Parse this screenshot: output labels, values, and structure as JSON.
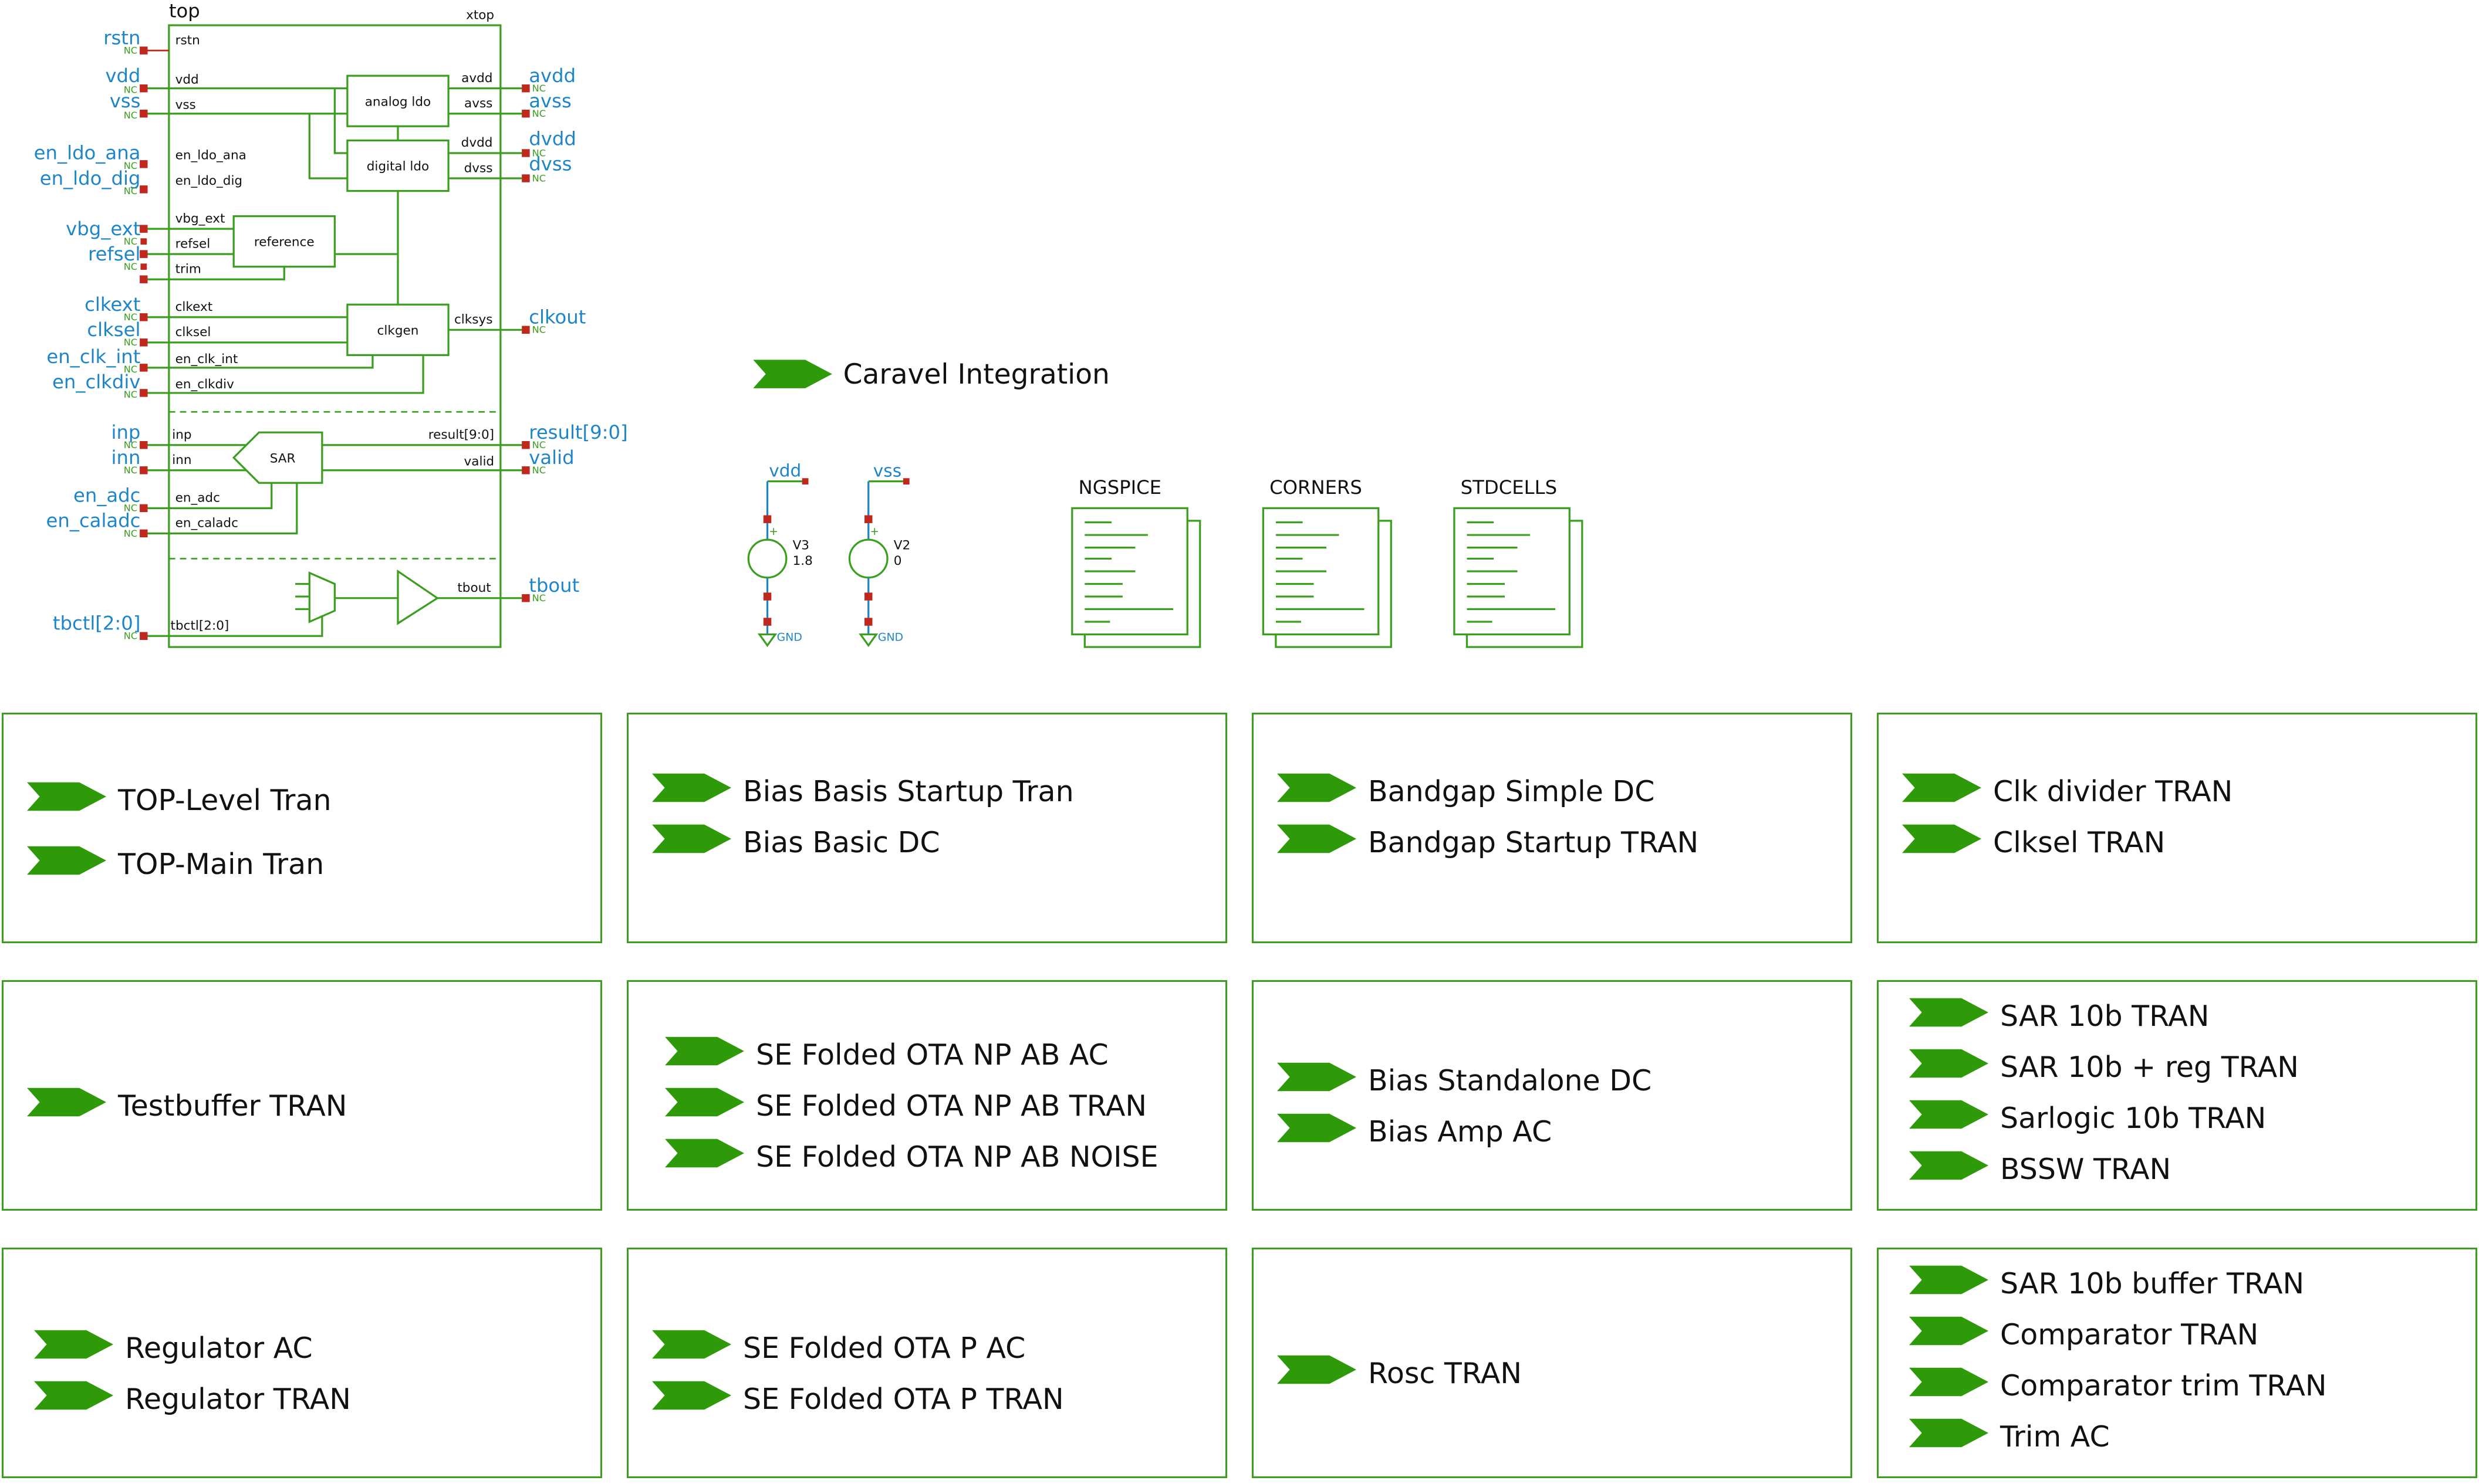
{
  "colors": {
    "wire": "#3a9e1e",
    "pin_label": "#1e86c8",
    "pin": "#c0281e",
    "text": "#111111",
    "arrow": "#2e9a0a"
  },
  "symbol": {
    "title": "top",
    "instance": "xtop",
    "nc": "NC",
    "inputs": [
      {
        "net": "rstn",
        "pin": "rstn"
      },
      {
        "net": "vdd",
        "pin": "vdd"
      },
      {
        "net": "vss",
        "pin": "vss"
      },
      {
        "net": "en_ldo_ana",
        "pin": "en_ldo_ana"
      },
      {
        "net": "en_ldo_dig",
        "pin": "en_ldo_dig"
      },
      {
        "net": "vbg_ext",
        "pin": "vbg_ext"
      },
      {
        "net": "refsel",
        "pin": "refsel"
      },
      {
        "net": "",
        "pin": "trim"
      },
      {
        "net": "clkext",
        "pin": "clkext"
      },
      {
        "net": "clksel",
        "pin": "clksel"
      },
      {
        "net": "en_clk_int",
        "pin": "en_clk_int"
      },
      {
        "net": "en_clkdiv",
        "pin": "en_clkdiv"
      },
      {
        "net": "inp",
        "pin": "inp"
      },
      {
        "net": "inn",
        "pin": "inn"
      },
      {
        "net": "en_adc",
        "pin": "en_adc"
      },
      {
        "net": "en_caladc",
        "pin": "en_caladc"
      },
      {
        "net": "tbctl[2:0]",
        "pin": "tbctl[2:0]"
      }
    ],
    "outputs": [
      {
        "net": "avdd",
        "pin": "avdd"
      },
      {
        "net": "avss",
        "pin": "avss"
      },
      {
        "net": "dvdd",
        "pin": "dvdd"
      },
      {
        "net": "dvss",
        "pin": "dvss"
      },
      {
        "net": "clkout",
        "pin": "clksys"
      },
      {
        "net": "result[9:0]",
        "pin": "result[9:0]"
      },
      {
        "net": "valid",
        "pin": "valid"
      },
      {
        "net": "tbout",
        "pin": "tbout"
      }
    ],
    "blocks": {
      "analog_ldo": "analog ldo",
      "digital_ldo": "digital ldo",
      "reference": "reference",
      "clkgen": "clkgen",
      "sar": "SAR"
    }
  },
  "caravel_link": "Caravel Integration",
  "sources": [
    {
      "net": "vdd",
      "name": "V3",
      "value": "1.8",
      "gnd": "GND"
    },
    {
      "net": "vss",
      "name": "V2",
      "value": "0",
      "gnd": "GND"
    }
  ],
  "files": [
    "NGSPICE",
    "CORNERS",
    "STDCELLS"
  ],
  "panels": [
    {
      "items": [
        "TOP-Level Tran",
        "TOP-Main Tran"
      ]
    },
    {
      "items": [
        "Bias Basis Startup Tran",
        "Bias Basic DC"
      ]
    },
    {
      "items": [
        "Bandgap Simple DC",
        "Bandgap Startup TRAN"
      ]
    },
    {
      "items": [
        "Clk divider TRAN",
        "Clksel TRAN"
      ]
    },
    {
      "items": [
        "Testbuffer TRAN"
      ]
    },
    {
      "items": [
        "SE Folded OTA NP AB AC",
        "SE Folded OTA NP AB TRAN",
        "SE Folded OTA NP AB NOISE"
      ]
    },
    {
      "items": [
        "Bias Standalone DC",
        "Bias Amp AC"
      ]
    },
    {
      "items": [
        "SAR 10b TRAN",
        "SAR 10b + reg TRAN",
        "Sarlogic 10b TRAN",
        "BSSW TRAN"
      ]
    },
    {
      "items": [
        "Regulator AC",
        "Regulator TRAN"
      ]
    },
    {
      "items": [
        "SE Folded OTA P AC",
        "SE Folded OTA P TRAN"
      ]
    },
    {
      "items": [
        "Rosc TRAN"
      ]
    },
    {
      "items": [
        "SAR 10b buffer TRAN",
        "Comparator TRAN",
        "Comparator trim TRAN",
        "Trim AC"
      ]
    }
  ]
}
